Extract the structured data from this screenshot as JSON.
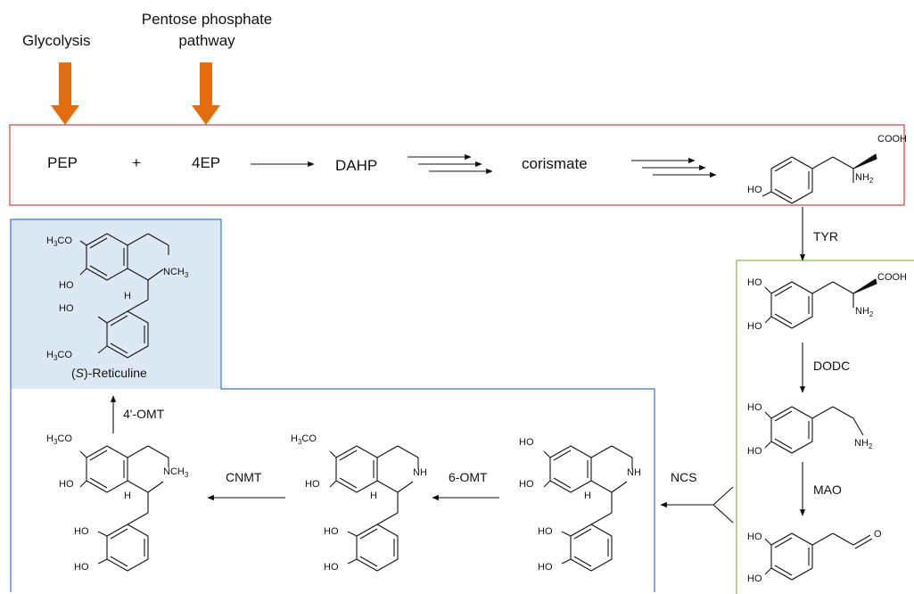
{
  "inputs": {
    "glycolysis": "Glycolysis",
    "ppp_line1": "Pentose phosphate",
    "ppp_line2": "pathway"
  },
  "shikimate": {
    "pep": "PEP",
    "plus": "+",
    "e4p": "4EP",
    "dahp": "DAHP",
    "chorismate": "corismate"
  },
  "enzymes": {
    "tyr": "TYR",
    "dodc": "DODC",
    "mao": "MAO",
    "ncs": "NCS",
    "omt6": "6-OMT",
    "cnmt": "CNMT",
    "omt4": "4'-OMT"
  },
  "product": {
    "prefix": "(",
    "s": "S",
    "suffix": ")-Reticuline"
  },
  "atoms": {
    "cooh": "COOH",
    "nh": "NH",
    "nh2_n": "NH",
    "nh2_sub": "2",
    "ho": "HO",
    "h": "H",
    "h3co_h": "H",
    "h3co_sub": "3",
    "h3co_co": "CO",
    "nch3_n": "NCH",
    "nch3_sub": "3",
    "o": "O"
  },
  "colors": {
    "shikimate_box": "#d04040",
    "dopamine_box": "#8cb04a",
    "bia_box": "#3a78c8",
    "product_fill": "#dde8f5",
    "input_arrow": "#e26c0e",
    "ink": "#111111"
  }
}
